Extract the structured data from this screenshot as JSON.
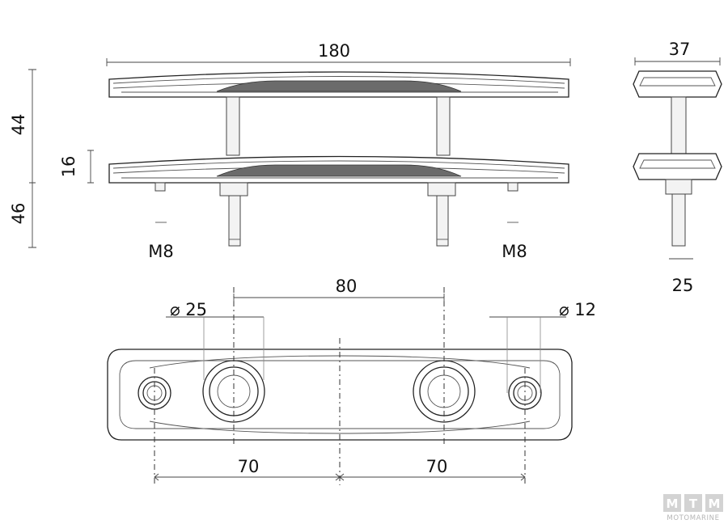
{
  "dimensions": {
    "length": "180",
    "width": "37",
    "height_total": "44",
    "base_height": "16",
    "bolt_length": "46",
    "thread_left": "M8",
    "thread_right": "M8",
    "bolt_spacing": "80",
    "base_diameter": "⌀ 25",
    "hole_diameter": "⌀ 12",
    "hole_offset_left": "70",
    "hole_offset_right": "70",
    "foot_width": "25"
  },
  "brand": {
    "letters": [
      "M",
      "T",
      "M"
    ],
    "name": "MOTOMARINE"
  }
}
